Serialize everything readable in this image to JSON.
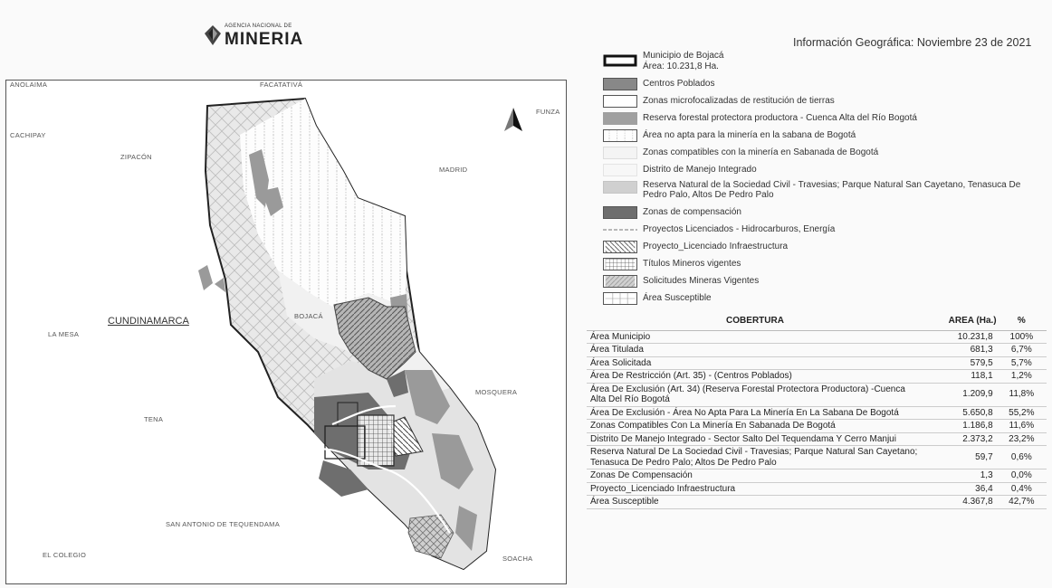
{
  "header": {
    "logo_small": "AGENCIA NACIONAL DE",
    "logo_big": "MINERIA",
    "info_date": "Información Geográfica: Noviembre 23 de 2021"
  },
  "map": {
    "places": {
      "anolaima": "ANOLAIMA",
      "facatativa": "FACATATIVÁ",
      "funza": "FUNZA",
      "cachipay": "CACHIPAY",
      "zipacon": "ZIPACÓN",
      "madrid": "MADRID",
      "la_mesa": "LA MESA",
      "cundinamarca": "CUNDINAMARCA",
      "bojaca": "BOJACÁ",
      "mosquera": "MOSQUERA",
      "tena": "TENA",
      "san_antonio": "SAN ANTONIO DE TEQUENDAMA",
      "el_colegio": "EL COLEGIO",
      "soacha": "SOACHA"
    },
    "icons": {
      "north_arrow": "north-arrow-icon",
      "logo_mark": "diamond-logo-icon"
    },
    "colors": {
      "boundary": "#222222",
      "reserva_forestal": "#9a9a9a",
      "compensacion": "#6e6e6e",
      "susceptible": "#e6e6e6",
      "distrito": "#eeeeee"
    }
  },
  "legend": {
    "items": [
      {
        "label": "Municipio de Bojacá",
        "label2": "Área: 10.231,8  Ha.",
        "pattern": "outline"
      },
      {
        "label": "Centros Poblados",
        "pattern": "dark-gray"
      },
      {
        "label": "Zonas microfocalizadas de restitución de tierras",
        "pattern": "white"
      },
      {
        "label": "Reserva forestal protectora productora - Cuenca Alta del Río Bogotá",
        "pattern": "mid-gray"
      },
      {
        "label": "Área no apta para la minería en la sabana de Bogotá",
        "pattern": "dots"
      },
      {
        "label": "Zonas compatibles con la minería en Sabanada de Bogotá",
        "pattern": "light"
      },
      {
        "label": "Distrito  de Manejo Integrado",
        "pattern": "very-light"
      },
      {
        "label": "Reserva Natural de la Sociedad Civil - Travesias; Parque Natural San Cayetano, Tenasuca De Pedro Palo, Altos De Pedro Palo",
        "pattern": "pale-gray"
      },
      {
        "label": "Zonas de compensación",
        "pattern": "dark"
      },
      {
        "label": "Proyectos Licenciados - Hidrocarburos, Energía",
        "pattern": "dashed-line"
      },
      {
        "label": "Proyecto_Licenciado Infraestructura",
        "pattern": "diagonal"
      },
      {
        "label": "Títulos Mineros vigentes",
        "pattern": "grid"
      },
      {
        "label": "Solicitudes Mineras Vigentes",
        "pattern": "hatch"
      },
      {
        "label": "Área Susceptible",
        "pattern": "cross"
      }
    ]
  },
  "table": {
    "headers": [
      "COBERTURA",
      "AREA (Ha.)",
      "%"
    ],
    "rows": [
      [
        "Área Municipio",
        "10.231,8",
        "100%"
      ],
      [
        "Área Titulada",
        "681,3",
        "6,7%"
      ],
      [
        "Área Solicitada",
        "579,5",
        "5,7%"
      ],
      [
        "Área De Restricción (Art. 35) - (Centros Poblados)",
        "118,1",
        "1,2%"
      ],
      [
        "Área De Exclusión (Art. 34) (Reserva Forestal Protectora Productora) -Cuenca Alta Del Río Bogotá",
        "1.209,9",
        "11,8%"
      ],
      [
        "Área De Exclusión  - Área No Apta Para La Minería En La Sabana De Bogotá",
        "5.650,8",
        "55,2%"
      ],
      [
        "Zonas Compatibles Con La Minería En Sabanada De Bogotá",
        "1.186,8",
        "11,6%"
      ],
      [
        "Distrito  De Manejo Integrado - Sector Salto Del Tequendama Y Cerro Manjui",
        "2.373,2",
        "23,2%"
      ],
      [
        "Reserva Natural De La Sociedad Civil - Travesias; Parque Natural San Cayetano; Tenasuca De Pedro Palo; Altos De Pedro Palo",
        "59,7",
        "0,6%"
      ],
      [
        "Zonas De Compensación",
        "1,3",
        "0,0%"
      ],
      [
        "Proyecto_Licenciado Infraestructura",
        "36,4",
        "0,4%"
      ],
      [
        "Área Susceptible",
        "4.367,8",
        "42,7%"
      ]
    ]
  }
}
